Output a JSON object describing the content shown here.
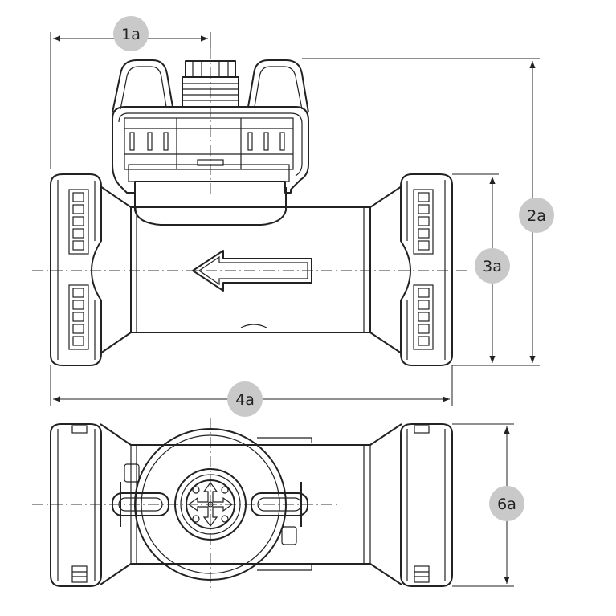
{
  "dimension_labels": {
    "d1a": "1a",
    "d2a": "2a",
    "d3a": "3a",
    "d4a": "4a",
    "d6a": "6a"
  },
  "colors": {
    "line": "#222222",
    "bubble": "#c9c9c9",
    "background": "#ffffff"
  }
}
